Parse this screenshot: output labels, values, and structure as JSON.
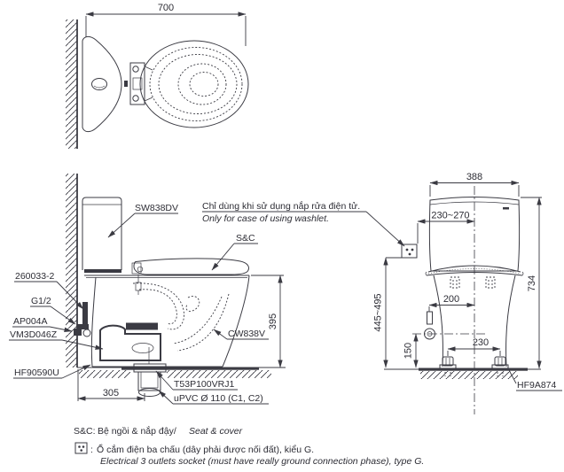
{
  "top_view": {
    "width_dim": "700"
  },
  "side_view": {
    "dims": {
      "depth_from_wall": "305",
      "rim_height": "395"
    },
    "labels": {
      "cistern": "SW838DV",
      "seat_cover": "S&C",
      "bowl": "CW838V",
      "stop_valve": "260033-2",
      "thread": "G1/2",
      "hose": "AP004A",
      "seal": "VM3D046Z",
      "fixing": "HF90590U",
      "flange": "T53P100VRJ1",
      "pipe": "uPVC Ø 110 (C1, C2)"
    },
    "note": {
      "vi": "Chỉ dùng khi sử dụng nắp rửa điện tử.",
      "en": "Only for case of using washlet."
    }
  },
  "front_view": {
    "dims": {
      "tank_width": "388",
      "socket_offset": "230~270",
      "total_height": "734",
      "socket_height": "445~495",
      "supply_offset": "200",
      "supply_height": "150",
      "bolt_pitch": "230"
    },
    "labels": {
      "base_seal": "HF9A874"
    }
  },
  "legend": {
    "seat_key": "S&C:",
    "seat_vi": "Bệ ngồi & nắp đậy/",
    "seat_en": "Seat & cover",
    "socket_sep": ":",
    "socket_vi": "Ổ cắm điện ba chấu (dây phải được nối đất), kiểu G.",
    "socket_en": "Electrical 3 outlets socket (must have really ground connection phase), type G."
  },
  "colors": {
    "line": "#3b3b43",
    "text": "#2d2d35",
    "background": "#ffffff"
  }
}
